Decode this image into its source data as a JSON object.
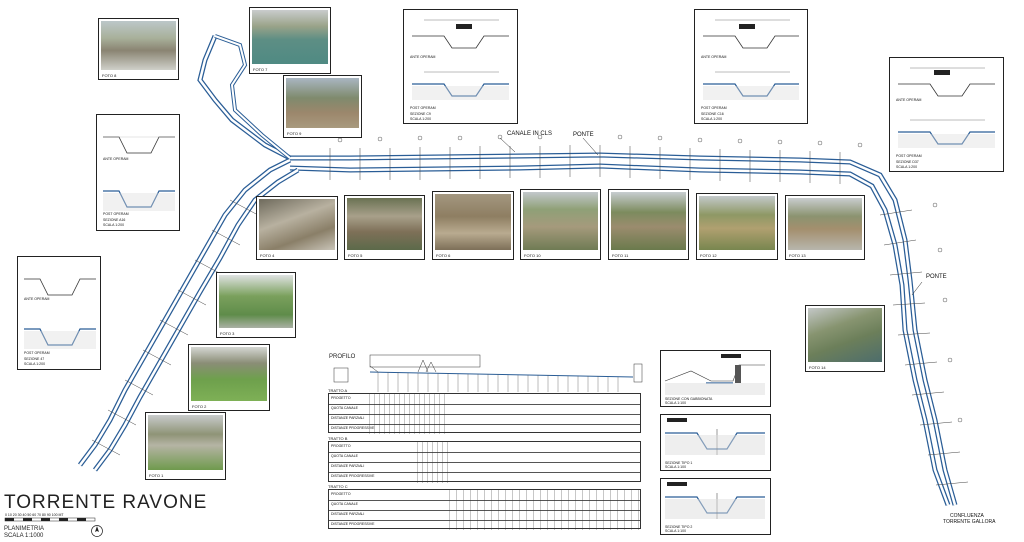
{
  "title": "TORRENTE  RAVONE",
  "subtitle_planimetria": "PLANIMETRIA",
  "subtitle_scala": "SCALA 1:1000",
  "scale_bar_ticks": "0 10 20 30 40 50 60 70 80 90 100 MT",
  "callouts": {
    "canale": "CANALE IN CLS",
    "ponte_top": "PONTE",
    "ponte_right": "PONTE",
    "confluenza_1": "CONFLUENZA",
    "confluenza_2": "TORRENTE GALLORA"
  },
  "photos": [
    {
      "caption": "FOTO 8"
    },
    {
      "caption": "FOTO 7"
    },
    {
      "caption": "FOTO 9"
    },
    {
      "caption": "FOTO 4"
    },
    {
      "caption": "FOTO 5"
    },
    {
      "caption": "FOTO 6"
    },
    {
      "caption": "FOTO 10"
    },
    {
      "caption": "FOTO 11"
    },
    {
      "caption": "FOTO 12"
    },
    {
      "caption": "FOTO 13"
    },
    {
      "caption": "FOTO 3"
    },
    {
      "caption": "FOTO 2"
    },
    {
      "caption": "FOTO 1"
    },
    {
      "caption": "FOTO 14"
    }
  ],
  "sections": [
    {
      "ante": "ANTE OPERAM",
      "post": "POST OPERAM",
      "name": "SEZIONE A16",
      "scale": "SCALA 1:200"
    },
    {
      "ante": "ANTE OPERAM",
      "post": "POST OPERAM",
      "name": "SEZIONE 47",
      "scale": "SCALA 1:200"
    },
    {
      "ante": "ANTE OPERAM",
      "post": "POST OPERAM",
      "name": "SEZIONE C9",
      "scale": "SCALA 1:200"
    },
    {
      "ante": "ANTE OPERAM",
      "post": "POST OPERAM",
      "name": "SEZIONE C16",
      "scale": "SCALA 1:200"
    },
    {
      "ante": "ANTE OPERAM",
      "post": "POST OPERAM",
      "name": "SEZIONE D37",
      "scale": "SCALA 1:200"
    }
  ],
  "profile": {
    "label": "PROFILO",
    "tratto_a": "TRATTO A",
    "tratto_b": "TRATTO B",
    "tratto_c": "TRATTO C",
    "rows": [
      "PROGETTO",
      "QUOTA CANALE",
      "DISTANZE PARZIALI",
      "DISTANZE PROGRESSIVE"
    ]
  },
  "typical_sections": [
    {
      "label": "SEZIONE CON GABBIONATA",
      "scale": "SCALA 1:100"
    },
    {
      "label": "SEZIONE TIPO 1",
      "scale": "SCALA 1:100"
    },
    {
      "label": "SEZIONE TIPO 2",
      "scale": "SCALA 1:100"
    }
  ],
  "canale_tag": "CANALE IN CLS",
  "colors": {
    "channel": "#2a5d96",
    "channel_light": "#9cb9d8",
    "ink": "#222222"
  }
}
